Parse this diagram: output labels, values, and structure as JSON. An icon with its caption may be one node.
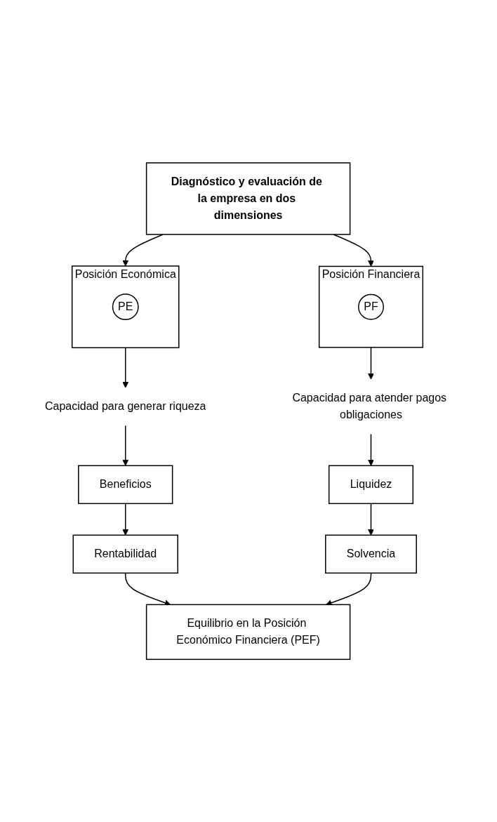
{
  "diagram": {
    "nodes": [
      {
        "text": [
          "Diagnóstico y evaluación de la empresa en dos dimensiones"
        ]
      },
      {
        "text": [
          "Posición Económica"
        ]
      },
      {
        "text": [
          "PE"
        ],
        "in": 1
      },
      {
        "text": [
          "Posición Financiera"
        ]
      },
      {
        "text": [
          "PF"
        ],
        "in": 3
      },
      {
        "text": [
          "Capacidad para generar riqueza"
        ]
      },
      {
        "text": [
          "Capacidad para atender pagos obligaciones"
        ]
      },
      {
        "text": [
          "Beneficios"
        ]
      },
      {
        "text": [
          "Liquidez"
        ]
      },
      {
        "text": [
          "Rentabilidad"
        ]
      },
      {
        "text": [
          "Solvencia"
        ]
      },
      {
        "text": [
          "Equilibrio en la Posición Económico Financiera (PEF)"
        ]
      }
    ],
    "edges": [
      {
        "from": 0,
        "to": 1,
        "arrow": "to"
      },
      {
        "from": 0,
        "to": 3,
        "arrow": "to"
      },
      {
        "from": 1,
        "to": 5,
        "arrow": "to"
      },
      {
        "from": 3,
        "to": 6,
        "arrow": "to"
      },
      {
        "from": 5,
        "to": 7,
        "arrow": "to"
      },
      {
        "from": 6,
        "to": 8,
        "arrow": "to"
      },
      {
        "from": 7,
        "to": 9,
        "arrow": "to"
      },
      {
        "from": 8,
        "to": 10,
        "arrow": "to"
      },
      {
        "from": 9,
        "to": 11,
        "arrow": "to"
      },
      {
        "from": 10,
        "to": 11,
        "arrow": "to"
      }
    ]
  }
}
